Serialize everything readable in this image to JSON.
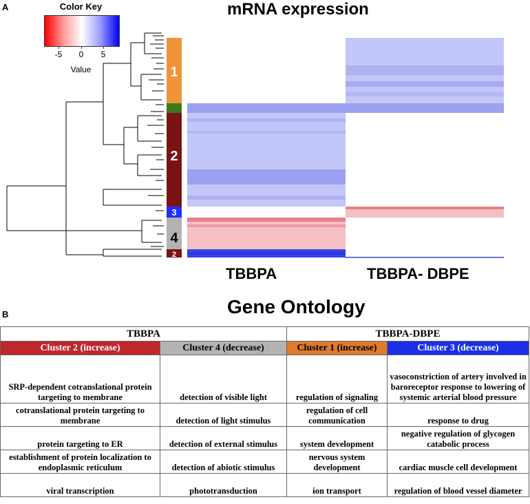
{
  "panels": {
    "a": "A",
    "b": "B"
  },
  "heatmap": {
    "title": "mRNA expression",
    "columns": [
      "TBBPA",
      "TBBPA- DBPE"
    ],
    "color_key": {
      "title": "Color Key",
      "ticks": [
        "-5",
        "0",
        "5"
      ],
      "xlabel": "Value"
    },
    "cluster_labels": [
      "1",
      "2",
      "3",
      "4",
      "2"
    ],
    "colors": {
      "cluster1": "#f0943a",
      "cluster_green": "#3d7a1e",
      "cluster2": "#7a1414",
      "cluster3": "#1f2fff",
      "cluster4": "#b3b3b3",
      "up_light": "#c3c6f8",
      "up_mid": "#9ca1f0",
      "up_dark": "#3a44e6",
      "down_light": "#f4c0c4",
      "down_mid": "#e88088"
    }
  },
  "chart_data": {
    "type": "heatmap",
    "title": "mRNA expression",
    "columns": [
      "TBBPA",
      "TBBPA- DBPE"
    ],
    "value_range": [
      -8,
      8
    ],
    "clusters": [
      {
        "label": "1",
        "TBBPA": 0,
        "TBBPA- DBPE": 2.5
      },
      {
        "label": "",
        "TBBPA": 2.5,
        "TBBPA- DBPE": 2.5
      },
      {
        "label": "2",
        "TBBPA": 2.5,
        "TBBPA- DBPE": 0
      },
      {
        "label": "3",
        "TBBPA": 0,
        "TBBPA- DBPE": -2
      },
      {
        "label": "4",
        "TBBPA": -2,
        "TBBPA- DBPE": 0
      },
      {
        "label": "2",
        "TBBPA": 6,
        "TBBPA- DBPE": 0
      }
    ]
  },
  "gene_ontology": {
    "title": "Gene Ontology",
    "groups": [
      "TBBPA",
      "TBBPA-DBPE"
    ],
    "clusters": [
      {
        "label": "Cluster 2 (increase)",
        "color": "#c0272d",
        "text_color": "#ffffff"
      },
      {
        "label": "Cluster 4 (decrease)",
        "color": "#b3b3b3",
        "text_color": "#000000"
      },
      {
        "label": "Cluster 1 (increase)",
        "color": "#e07b2c",
        "text_color": "#000000"
      },
      {
        "label": "Cluster 3 (decrease)",
        "color": "#1c2fe6",
        "text_color": "#ffffff"
      }
    ],
    "rows": [
      [
        "SRP-dependent cotranslational protein targeting to membrane",
        "detection of visible light",
        "regulation of signaling",
        "vasoconstriction of artery involved in baroreceptor response to lowering of systemic arterial blood pressure"
      ],
      [
        "cotranslational protein targeting to membrane",
        "detection of light stimulus",
        "regulation of cell communication",
        "response to drug"
      ],
      [
        "protein targeting to ER",
        "detection of external stimulus",
        "system development",
        "negative regulation of glycogen catabolic process"
      ],
      [
        "establishment of protein localization to endoplasmic reticulum",
        "detection of abiotic stimulus",
        "nervous system development",
        "cardiac muscle cell development"
      ],
      [
        "viral transcription",
        "phototransduction",
        "ion transport",
        "regulation of blood vessel diameter"
      ]
    ]
  }
}
